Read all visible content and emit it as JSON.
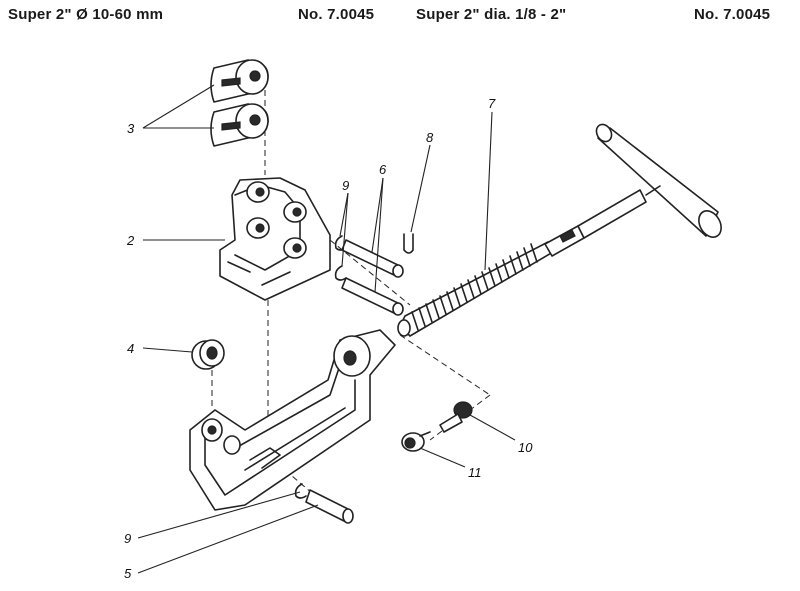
{
  "header": {
    "left_title": "Super 2\"  Ø 10-60 mm",
    "left_number": "No. 7.0045",
    "right_title": "Super 2\"  dia. 1/8 - 2\"",
    "right_number": "No. 7.0045"
  },
  "callouts": {
    "c2": "2",
    "c3": "3",
    "c4": "4",
    "c5": "5",
    "c6": "6",
    "c7": "7",
    "c8": "8",
    "c9a": "9",
    "c9b": "9",
    "c10": "10",
    "c11": "11"
  }
}
